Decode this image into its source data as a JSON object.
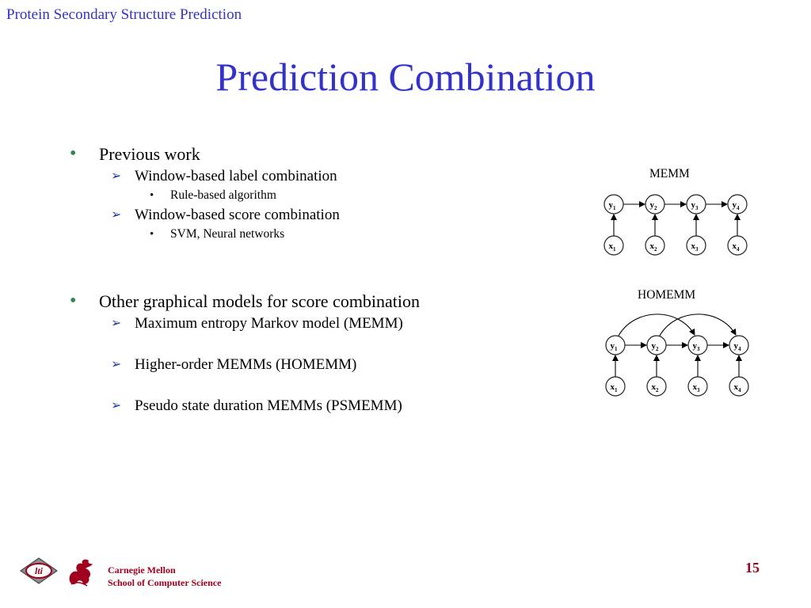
{
  "header": {
    "running_title": "Protein Secondary Structure Prediction"
  },
  "slide": {
    "title": "Prediction Combination",
    "bullets": [
      {
        "text": "Previous work",
        "children": [
          {
            "text": "Window-based label combination",
            "children": [
              {
                "text": "Rule-based algorithm"
              }
            ]
          },
          {
            "text": "Window-based score combination",
            "children": [
              {
                "text": "SVM, Neural networks"
              }
            ]
          }
        ]
      },
      {
        "text": "Other graphical models for score combination",
        "children": [
          {
            "text": "Maximum entropy Markov model (MEMM)"
          },
          {
            "text": "Higher-order MEMMs (HOMEMM)"
          },
          {
            "text": "Pseudo state duration MEMMs (PSMEMM)"
          }
        ]
      }
    ]
  },
  "figures": {
    "memm": {
      "label": "MEMM"
    },
    "homemm": {
      "label": "HOMEMM"
    },
    "node_labels": {
      "y": [
        "y",
        "y",
        "y",
        "y"
      ],
      "x": [
        "x",
        "x",
        "x",
        "x"
      ],
      "subscripts": [
        "1",
        "2",
        "3",
        "4"
      ]
    }
  },
  "footer": {
    "logo_lti_text": "lti",
    "institution_line1": "Carnegie Mellon",
    "institution_line2": "School of Computer Science",
    "page_number": "15"
  },
  "colors": {
    "title": "#3333cc",
    "bullet": "#2f8a52",
    "arrow_bullet": "#1f3e9a",
    "footer": "#a0001e"
  }
}
